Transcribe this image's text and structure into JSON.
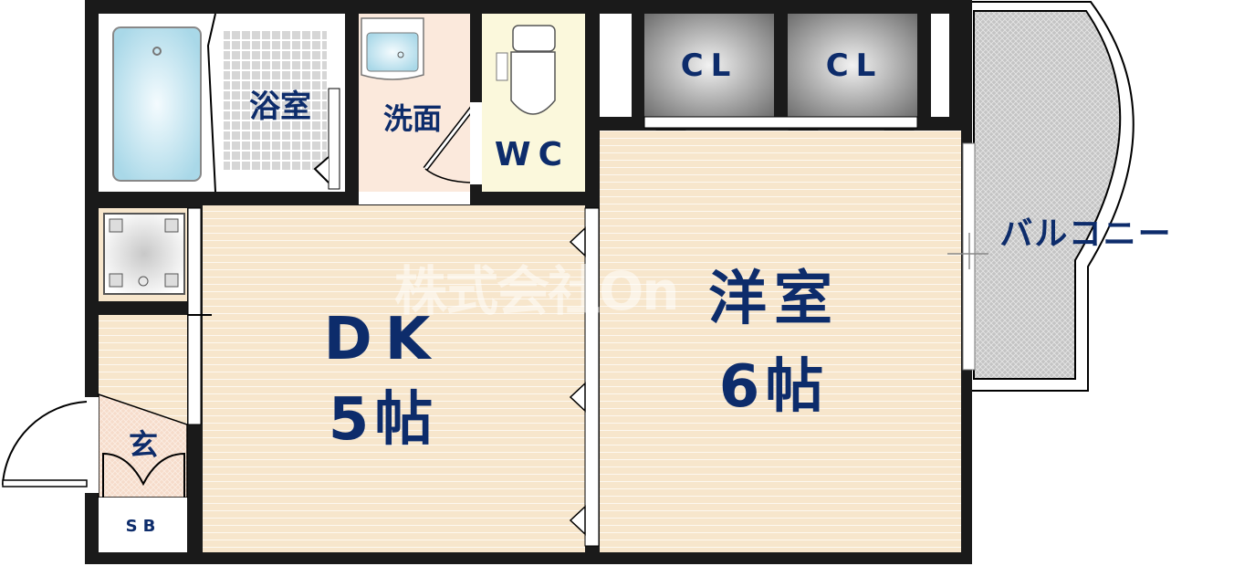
{
  "floorplan": {
    "rooms": {
      "bath": "浴室",
      "washroom": "洗面",
      "toilet": "WC",
      "closet_1": "CL",
      "closet_2": "CL",
      "balcony": "バルコニー",
      "dk_name": "DK",
      "dk_size": "5帖",
      "western_room_name": "洋室",
      "western_room_size": "6帖",
      "entrance": "玄",
      "shoe_box": "SB"
    },
    "watermark": "株式会社On",
    "colors": {
      "label": "#0d2c6b",
      "wall": "#1a1a1a",
      "floor": "#f7e6cc",
      "washroom": "#fbe9dc",
      "toilet": "#fbf8dc",
      "balcony": "#c8c8c8",
      "closet": "#8a8a8a"
    }
  }
}
